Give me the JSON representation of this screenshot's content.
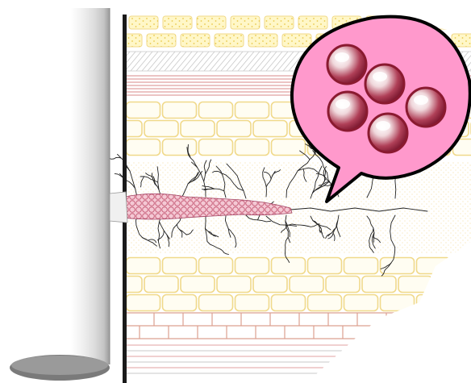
{
  "diagram": {
    "subject": "wellbore-fracture-with-proppant",
    "colors": {
      "background": "#ffffff",
      "brick_outline": "#f0d98a",
      "brick_fill": "#fffdf2",
      "sand_dot": "#e8c84a",
      "sand_box": "#fff7c8",
      "red_stripe": "#e0a0a0",
      "red_brick": "#dca090",
      "gray_stripe": "#c8c8c8",
      "casing_light": "#f4f4f4",
      "casing_mid": "#dcdcdc",
      "casing_dark": "#a0a0a0",
      "fracture": "#202020",
      "proppant_pack": "#c8607a",
      "callout_fill": "#ff99cc",
      "callout_outline": "#000000",
      "grain_dark": "#8a1a30",
      "grain_light": "#ffffff"
    },
    "icons": {
      "wellbore": "vertical-pipe",
      "callout": "magnifier-bubble",
      "grains": "proppant-sphere"
    },
    "proppant_grain_count": 5
  }
}
